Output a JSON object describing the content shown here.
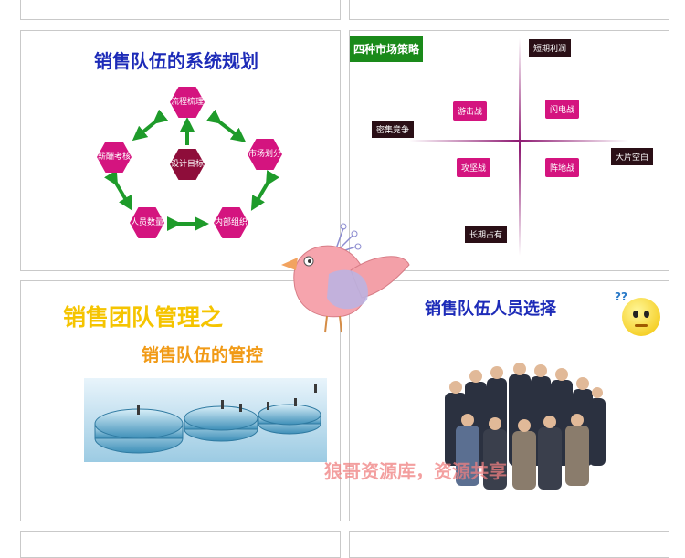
{
  "slide1": {
    "title": "销售队伍的系统规划",
    "nodes": {
      "top": "流程梳理",
      "right": "市场划分",
      "bottom_right": "内部组织",
      "bottom_left": "人员数量",
      "left": "薪酬考核",
      "center": "设计目标"
    }
  },
  "slide2": {
    "header": "四种市场策略",
    "top_label": "短期利润",
    "left_label": "密集竞争",
    "right_label": "大片空白",
    "bottom_label": "长期占有",
    "q_top_left": "游击战",
    "q_top_right": "闪电战",
    "q_bottom_left": "攻坚战",
    "q_bottom_right": "阵地战"
  },
  "slide3": {
    "title1": "销售团队管理之",
    "title2": "销售队伍的管控"
  },
  "slide4": {
    "title": "销售队伍人员选择",
    "qmarks": "??"
  },
  "watermark": "狼哥资源库，资源共享",
  "colors": {
    "title_blue": "#1d2bb8",
    "title_yellow": "#f5c400",
    "title_orange": "#f19a16",
    "magenta": "#d4147f",
    "dark_label": "#2a0f16",
    "green_arrow": "#1e9b2a",
    "strategy_header_bg": "#1a8a1a"
  }
}
